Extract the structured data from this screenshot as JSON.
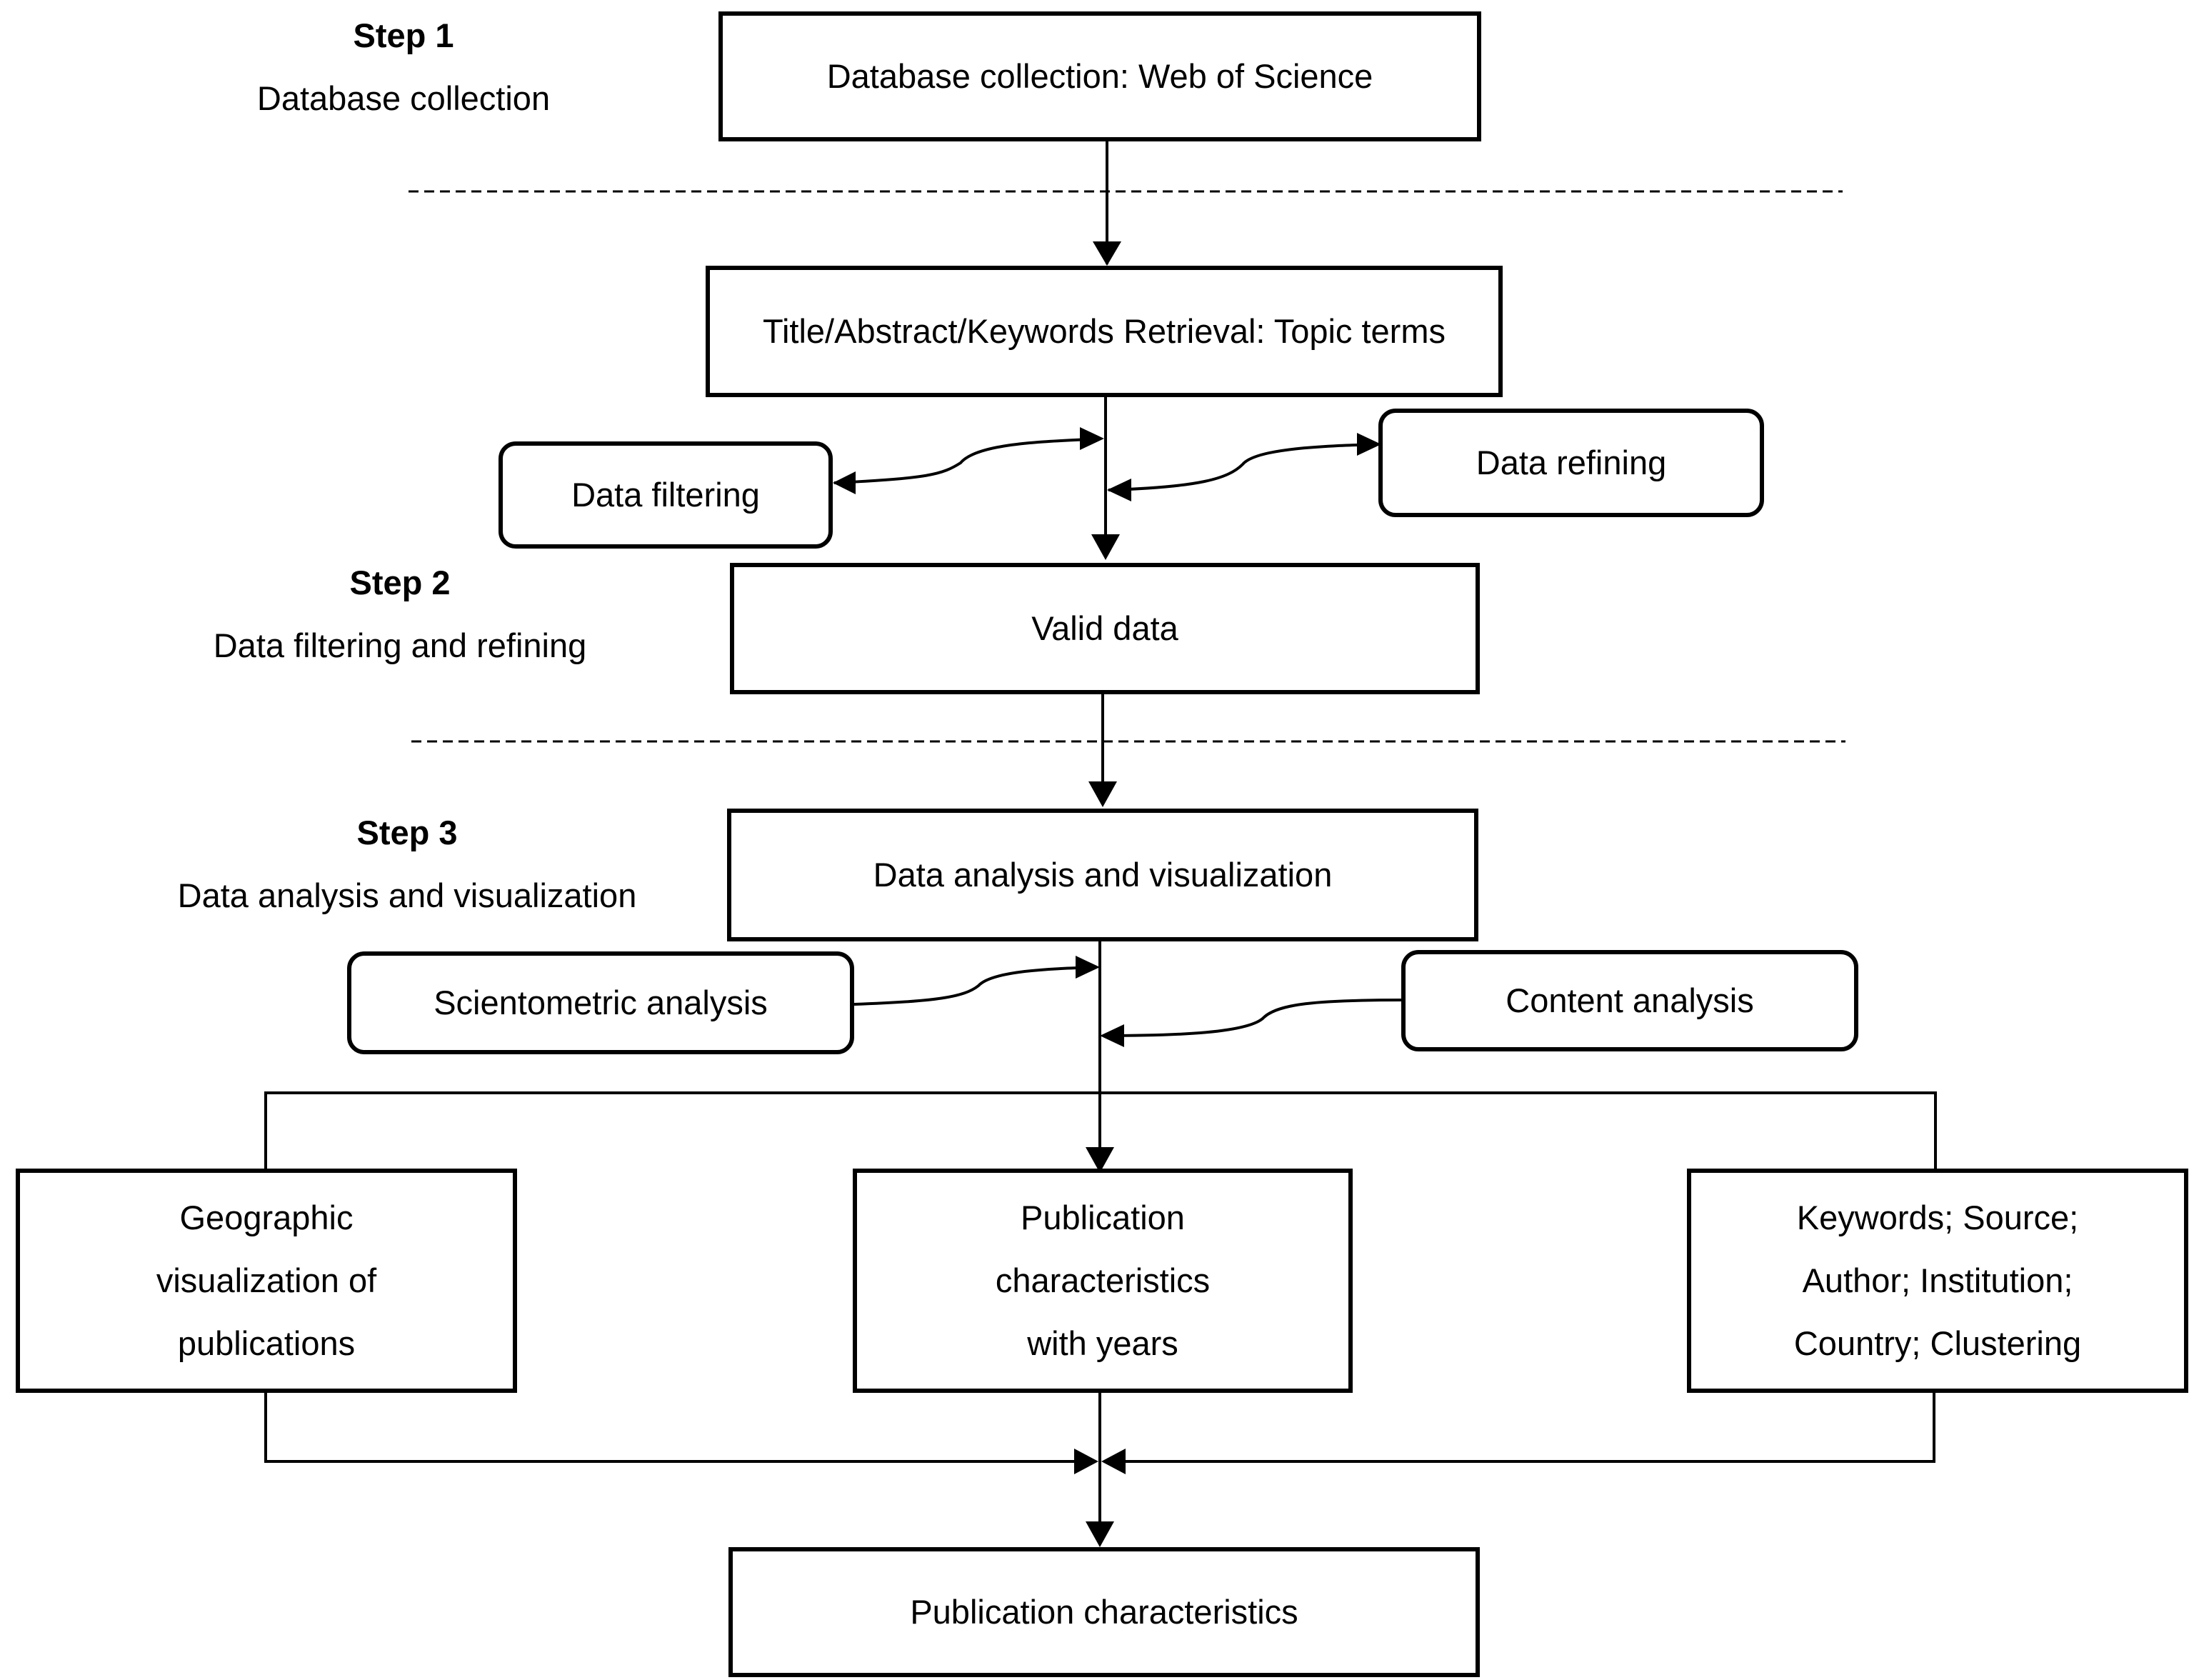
{
  "steps": [
    {
      "number": "Step 1",
      "description": "Database collection"
    },
    {
      "number": "Step 2",
      "description": "Data filtering and refining"
    },
    {
      "number": "Step 3",
      "description": "Data analysis and visualization"
    }
  ],
  "nodes": {
    "database": "Database collection: Web of Science",
    "retrieval": "Title/Abstract/Keywords Retrieval: Topic terms",
    "filtering": "Data filtering",
    "refining": "Data refining",
    "valid": "Valid data",
    "analysis": "Data analysis and visualization",
    "scientometric": "Scientometric analysis",
    "content": "Content analysis",
    "geographic": [
      "Geographic",
      "visualization of",
      "publications"
    ],
    "years": [
      "Publication",
      "characteristics",
      "with years"
    ],
    "keywords": [
      "Keywords; Source;",
      "Author; Institution;",
      "Country; Clustering"
    ],
    "final": "Publication characteristics"
  },
  "colors": {
    "stroke": "#000000",
    "background": "#ffffff"
  }
}
